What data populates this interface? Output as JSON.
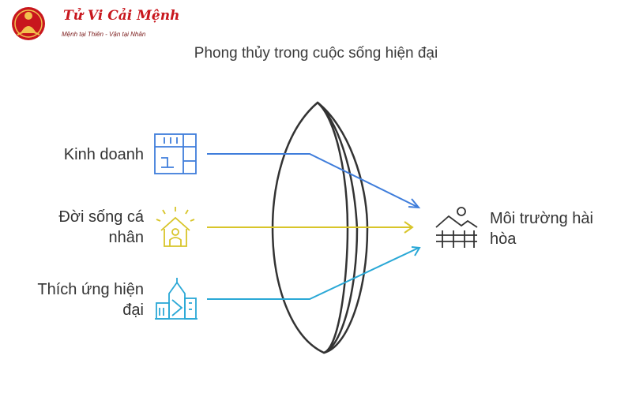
{
  "logo": {
    "title": "Tử Vi Cải Mệnh",
    "subtitle": "Mệnh tại Thiên - Vận tại Nhân"
  },
  "diagram": {
    "title": "Phong thủy trong cuộc sống hiện đại",
    "inputs": [
      {
        "lines": [
          "Kinh doanh"
        ],
        "icon": "floorplan-icon",
        "color": "#3f7ddb"
      },
      {
        "lines": [
          "Đời sống cá",
          "nhân"
        ],
        "icon": "sunny-house-icon",
        "color": "#d8c52a"
      },
      {
        "lines": [
          "Thích ứng hiện",
          "đại"
        ],
        "icon": "city-buildings-icon",
        "color": "#2aa8d6"
      }
    ],
    "output": {
      "lines": [
        "Môi trường hài",
        "hòa"
      ],
      "icon": "landscape-fence-icon",
      "color": "#333333"
    },
    "lens": {
      "icon": "lens-icon",
      "color": "#333333"
    }
  }
}
